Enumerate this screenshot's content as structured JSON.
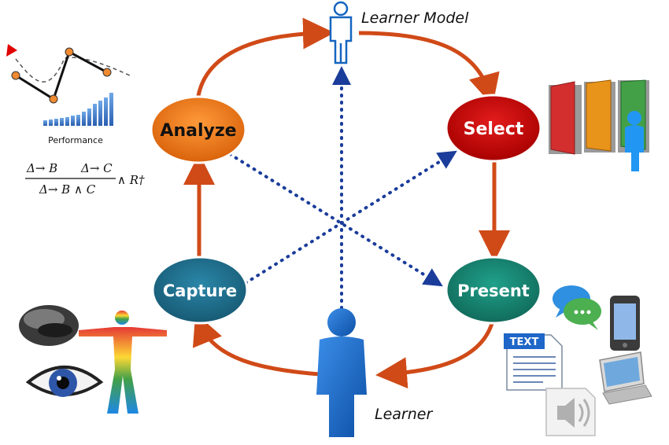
{
  "nodes": {
    "analyze": "Analyze",
    "select": "Select",
    "capture": "Capture",
    "present": "Present"
  },
  "labels": {
    "learner_model": "Learner Model",
    "learner": "Learner",
    "performance": "Performance",
    "text_doc": "TEXT"
  },
  "formula": {
    "num_left": "Δ→ B",
    "num_right": "Δ→ C",
    "den": "Δ→ B ∧ C",
    "tail": "∧ R†"
  },
  "colors": {
    "analyze": "#e5730e",
    "select": "#c00000",
    "capture": "#1f6e8c",
    "present": "#17806d",
    "cycle_arrow": "#d04a18",
    "dotted": "#1a3c9a",
    "person": "#1565c0"
  },
  "icons": [
    "performance-chart-icon",
    "mouse-icon",
    "eye-icon",
    "thermal-body-icon",
    "doors-icon",
    "chat-bubbles-icon",
    "phone-icon",
    "text-document-icon",
    "laptop-icon",
    "speaker-icon",
    "person-icon"
  ]
}
